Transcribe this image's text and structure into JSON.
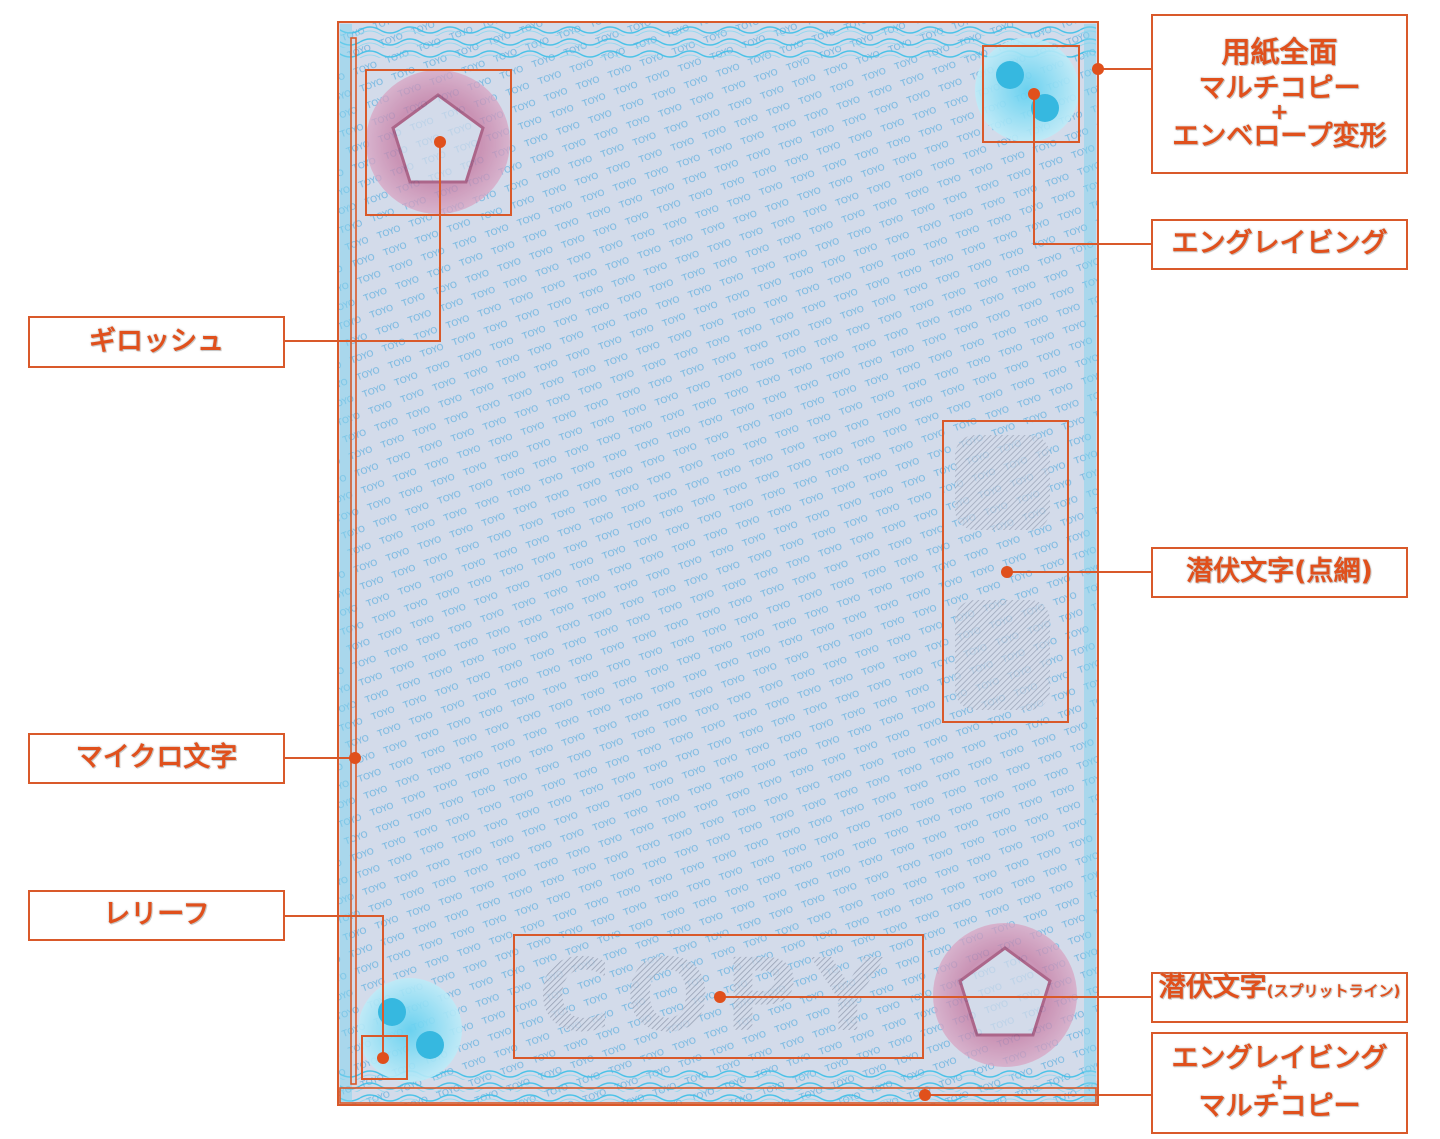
{
  "colors": {
    "accent": "#e0501c",
    "paper": "#d3dbea",
    "microtext": "#4fa8dc",
    "guilloche": "#c0507a",
    "engraving": "#3cc0e8"
  },
  "paper": {
    "microtext": "TOYO",
    "hidden_text_split_line": "COPY"
  },
  "labels": {
    "full_sheet": {
      "title": "用紙全面",
      "line1": "マルチコピー",
      "plus": "+",
      "line2": "エンベロープ変形"
    },
    "engraving": {
      "text": "エングレイビング"
    },
    "guilloche": {
      "text": "ギロッシュ"
    },
    "latent_dot": {
      "text": "潜伏文字(点網)"
    },
    "micro_text": {
      "text": "マイクロ文字"
    },
    "relief": {
      "text": "レリーフ"
    },
    "latent_split": {
      "main": "潜伏文字",
      "sub": "(スプリットライン)"
    },
    "engraving_multicopy": {
      "line1": "エングレイビング",
      "plus": "+",
      "line2": "マルチコピー"
    }
  }
}
